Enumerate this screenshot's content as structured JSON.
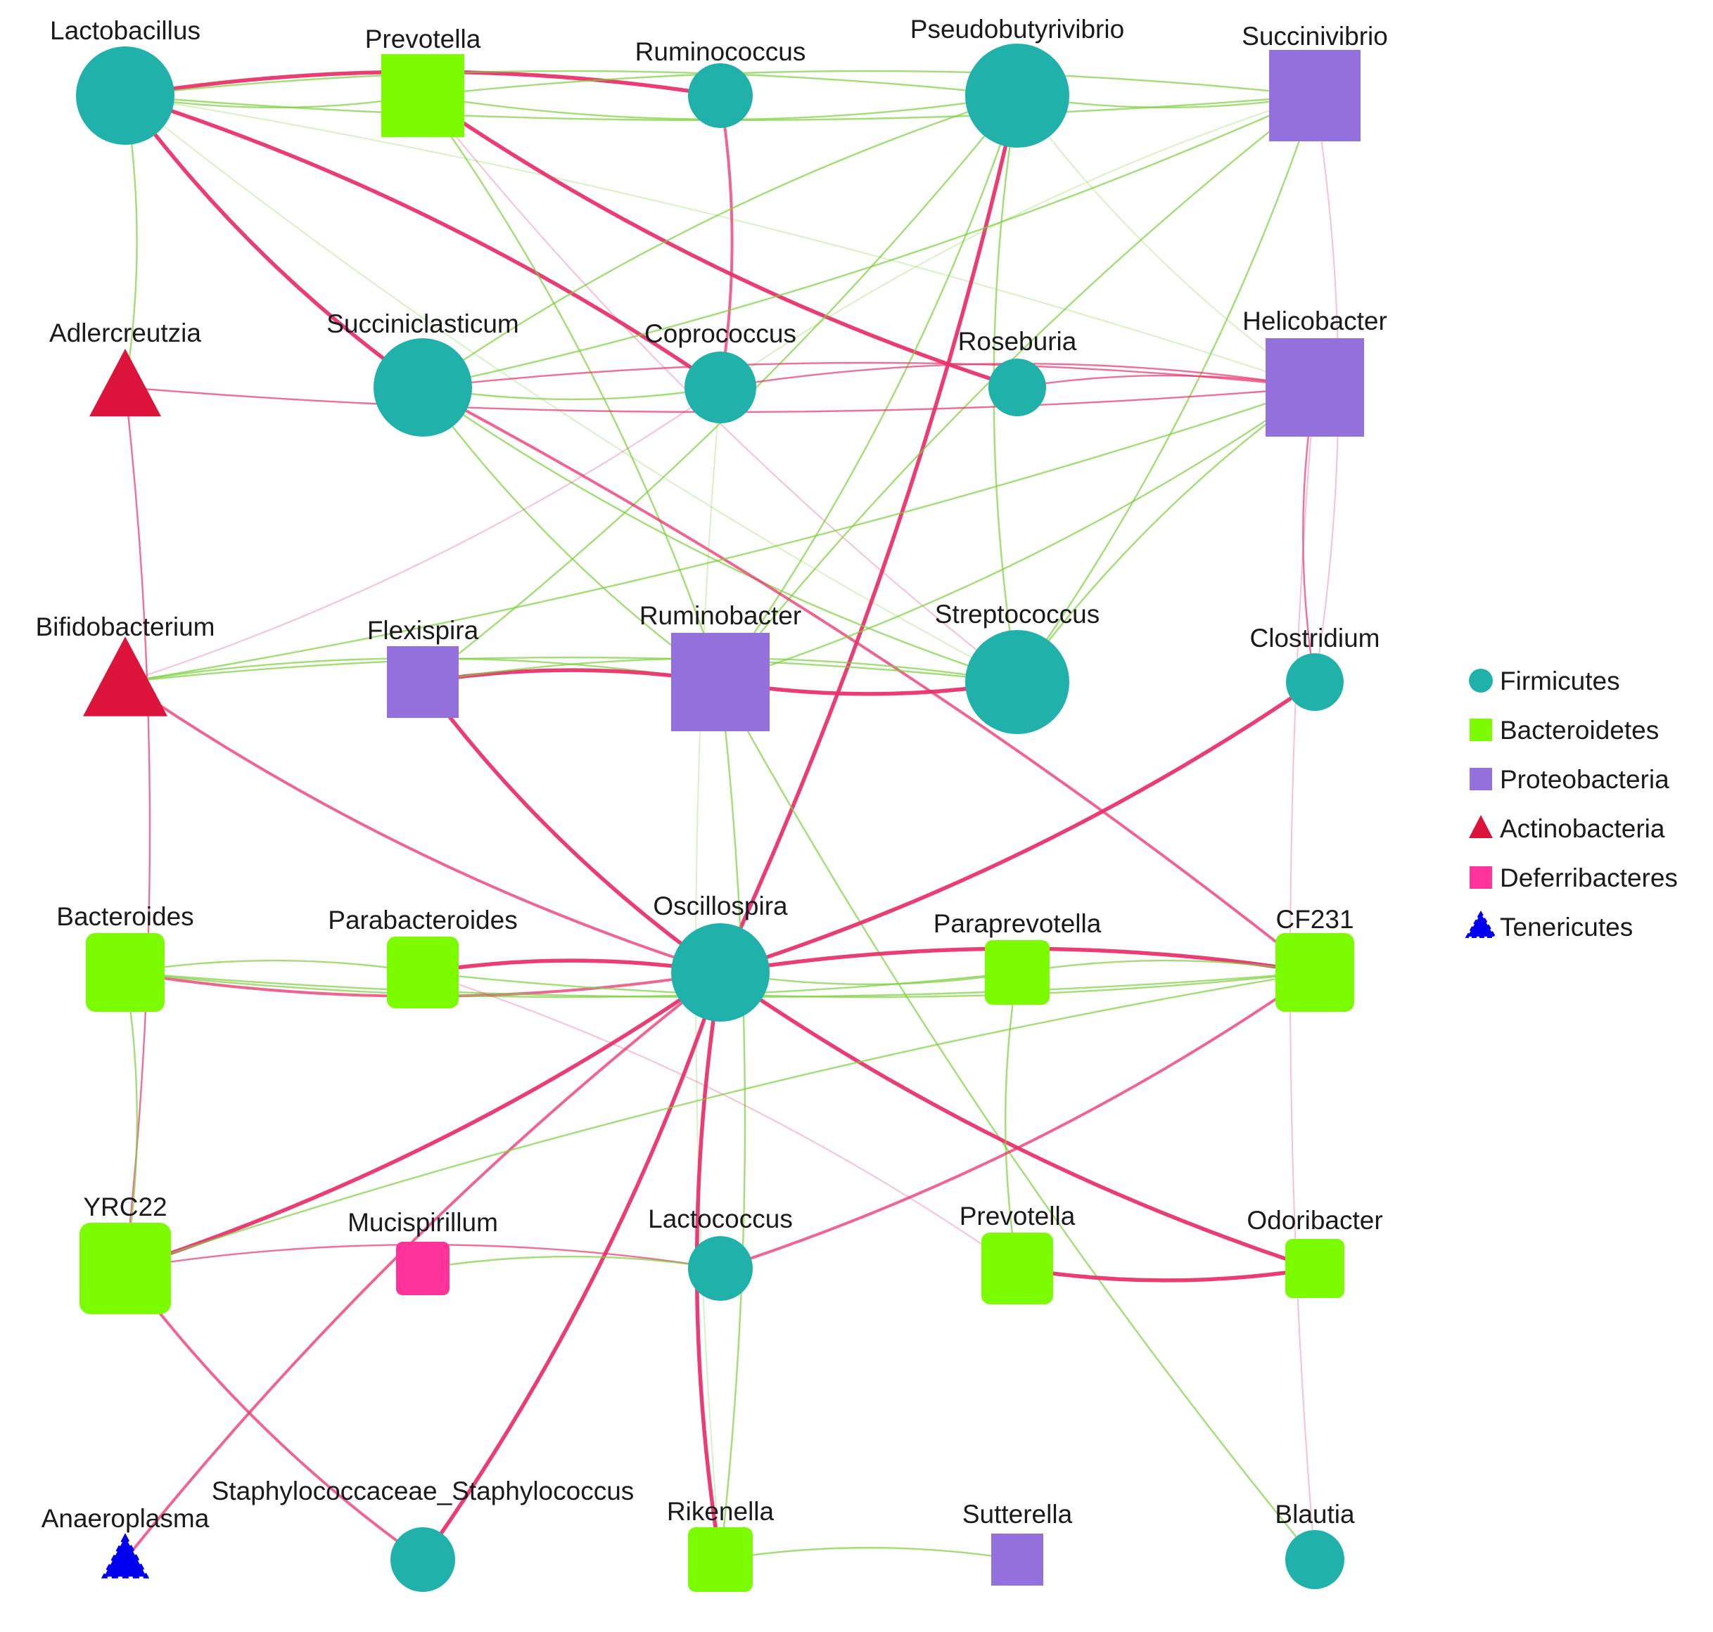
{
  "colors": {
    "Firmicutes": "#20b2aa",
    "Bacteroidetes": "#7cfc00",
    "Proteobacteria": "#9370db",
    "Actinobacteria": "#dc143c",
    "Deferribacteres": "#ff3399",
    "Tenericutes": "#0000ee",
    "positive_edge": "#e8336b",
    "negative_edge": "#7ccf3c"
  },
  "legend": [
    {
      "label": "Firmicutes",
      "shape": "circle",
      "phylum": "Firmicutes"
    },
    {
      "label": "Bacteroidetes",
      "shape": "square",
      "phylum": "Bacteroidetes"
    },
    {
      "label": "Proteobacteria",
      "shape": "square",
      "phylum": "Proteobacteria"
    },
    {
      "label": "Actinobacteria",
      "shape": "triangle",
      "phylum": "Actinobacteria"
    },
    {
      "label": "Deferribacteres",
      "shape": "square",
      "phylum": "Deferribacteres"
    },
    {
      "label": "Tenericutes",
      "shape": "dtriangle",
      "phylum": "Tenericutes"
    }
  ],
  "nodes": [
    {
      "id": "lactobacillus",
      "label": "Lactobacillus",
      "phylum": "Firmicutes"
    },
    {
      "id": "prevotella1",
      "label": "Prevotella",
      "phylum": "Bacteroidetes"
    },
    {
      "id": "ruminococcus",
      "label": "Ruminococcus",
      "phylum": "Firmicutes"
    },
    {
      "id": "pseudobutyrivibrio",
      "label": "Pseudobutyrivibrio",
      "phylum": "Firmicutes"
    },
    {
      "id": "succinivibrio",
      "label": "Succinivibrio",
      "phylum": "Proteobacteria"
    },
    {
      "id": "adlercreutzia",
      "label": "Adlercreutzia",
      "phylum": "Actinobacteria"
    },
    {
      "id": "succiniclasticum",
      "label": "Succiniclasticum",
      "phylum": "Firmicutes"
    },
    {
      "id": "coprococcus",
      "label": "Coprococcus",
      "phylum": "Firmicutes"
    },
    {
      "id": "roseburia",
      "label": "Roseburia",
      "phylum": "Firmicutes"
    },
    {
      "id": "helicobacter",
      "label": "Helicobacter",
      "phylum": "Proteobacteria"
    },
    {
      "id": "bifidobacterium",
      "label": "Bifidobacterium",
      "phylum": "Actinobacteria"
    },
    {
      "id": "flexispira",
      "label": "Flexispira",
      "phylum": "Proteobacteria"
    },
    {
      "id": "ruminobacter",
      "label": "Ruminobacter",
      "phylum": "Proteobacteria"
    },
    {
      "id": "streptococcus",
      "label": "Streptococcus",
      "phylum": "Firmicutes"
    },
    {
      "id": "clostridium",
      "label": "Clostridium",
      "phylum": "Firmicutes"
    },
    {
      "id": "bacteroides",
      "label": "Bacteroides",
      "phylum": "Bacteroidetes"
    },
    {
      "id": "parabacteroides",
      "label": "Parabacteroides",
      "phylum": "Bacteroidetes"
    },
    {
      "id": "oscillospira",
      "label": "Oscillospira",
      "phylum": "Firmicutes"
    },
    {
      "id": "paraprevotella",
      "label": "Paraprevotella",
      "phylum": "Bacteroidetes"
    },
    {
      "id": "cf231",
      "label": "CF231",
      "phylum": "Bacteroidetes"
    },
    {
      "id": "yrc22",
      "label": "YRC22",
      "phylum": "Bacteroidetes"
    },
    {
      "id": "mucispirillum",
      "label": "Mucispirillum",
      "phylum": "Deferribacteres"
    },
    {
      "id": "lactococcus",
      "label": "Lactococcus",
      "phylum": "Firmicutes"
    },
    {
      "id": "prevotella2",
      "label": "Prevotella",
      "phylum": "Bacteroidetes"
    },
    {
      "id": "odoribacter",
      "label": "Odoribacter",
      "phylum": "Bacteroidetes"
    },
    {
      "id": "anaeroplasma",
      "label": "Anaeroplasma",
      "phylum": "Tenericutes"
    },
    {
      "id": "staphylococcus",
      "label": "Staphylococcaceae_Staphylococcus",
      "phylum": "Firmicutes"
    },
    {
      "id": "rikenella",
      "label": "Rikenella",
      "phylum": "Bacteroidetes"
    },
    {
      "id": "sutterella",
      "label": "Sutterella",
      "phylum": "Proteobacteria"
    },
    {
      "id": "blautia",
      "label": "Blautia",
      "phylum": "Firmicutes"
    }
  ],
  "edges": [
    {
      "source": "lactobacillus",
      "target": "ruminococcus",
      "sign": "positive",
      "strength": "strong"
    },
    {
      "source": "lactobacillus",
      "target": "succiniclasticum",
      "sign": "positive",
      "strength": "strong"
    },
    {
      "source": "lactobacillus",
      "target": "coprococcus",
      "sign": "positive",
      "strength": "strong"
    },
    {
      "source": "lactobacillus",
      "target": "prevotella1",
      "sign": "negative",
      "strength": "weak"
    },
    {
      "source": "lactobacillus",
      "target": "pseudobutyrivibrio",
      "sign": "negative",
      "strength": "weak"
    },
    {
      "source": "lactobacillus",
      "target": "succinivibrio",
      "sign": "negative",
      "strength": "weak"
    },
    {
      "source": "lactobacillus",
      "target": "adlercreutzia",
      "sign": "negative",
      "strength": "weak"
    },
    {
      "source": "lactobacillus",
      "target": "streptococcus",
      "sign": "negative",
      "strength": "faint"
    },
    {
      "source": "lactobacillus",
      "target": "helicobacter",
      "sign": "negative",
      "strength": "faint"
    },
    {
      "source": "prevotella1",
      "target": "pseudobutyrivibrio",
      "sign": "negative",
      "strength": "weak"
    },
    {
      "source": "prevotella1",
      "target": "succinivibrio",
      "sign": "negative",
      "strength": "weak"
    },
    {
      "source": "prevotella1",
      "target": "roseburia",
      "sign": "positive",
      "strength": "strong"
    },
    {
      "source": "prevotella1",
      "target": "ruminobacter",
      "sign": "negative",
      "strength": "weak"
    },
    {
      "source": "prevotella1",
      "target": "streptococcus",
      "sign": "positive",
      "strength": "faint"
    },
    {
      "source": "ruminococcus",
      "target": "coprococcus",
      "sign": "positive",
      "strength": "medium"
    },
    {
      "source": "pseudobutyrivibrio",
      "target": "succinivibrio",
      "sign": "negative",
      "strength": "weak"
    },
    {
      "source": "pseudobutyrivibrio",
      "target": "oscillospira",
      "sign": "positive",
      "strength": "strong"
    },
    {
      "source": "pseudobutyrivibrio",
      "target": "succiniclasticum",
      "sign": "negative",
      "strength": "weak"
    },
    {
      "source": "pseudobutyrivibrio",
      "target": "ruminobacter",
      "sign": "negative",
      "strength": "weak"
    },
    {
      "source": "pseudobutyrivibrio",
      "target": "streptococcus",
      "sign": "negative",
      "strength": "weak"
    },
    {
      "source": "pseudobutyrivibrio",
      "target": "flexispira",
      "sign": "negative",
      "strength": "weak"
    },
    {
      "source": "pseudobutyrivibrio",
      "target": "helicobacter",
      "sign": "negative",
      "strength": "faint"
    },
    {
      "source": "succinivibrio",
      "target": "succiniclasticum",
      "sign": "negative",
      "strength": "weak"
    },
    {
      "source": "succinivibrio",
      "target": "ruminobacter",
      "sign": "negative",
      "strength": "weak"
    },
    {
      "source": "succinivibrio",
      "target": "streptococcus",
      "sign": "negative",
      "strength": "weak"
    },
    {
      "source": "succinivibrio",
      "target": "coprococcus",
      "sign": "negative",
      "strength": "faint"
    },
    {
      "source": "succinivibrio",
      "target": "clostridium",
      "sign": "positive",
      "strength": "faint"
    },
    {
      "source": "adlercreutzia",
      "target": "helicobacter",
      "sign": "positive",
      "strength": "weak"
    },
    {
      "source": "adlercreutzia",
      "target": "yrc22",
      "sign": "positive",
      "strength": "weak"
    },
    {
      "source": "succiniclasticum",
      "target": "coprococcus",
      "sign": "negative",
      "strength": "weak"
    },
    {
      "source": "succiniclasticum",
      "target": "helicobacter",
      "sign": "positive",
      "strength": "weak"
    },
    {
      "source": "succiniclasticum",
      "target": "streptococcus",
      "sign": "negative",
      "strength": "weak"
    },
    {
      "source": "succiniclasticum",
      "target": "cf231",
      "sign": "positive",
      "strength": "medium"
    },
    {
      "source": "succiniclasticum",
      "target": "ruminobacter",
      "sign": "negative",
      "strength": "weak"
    },
    {
      "source": "coprococcus",
      "target": "helicobacter",
      "sign": "positive",
      "strength": "weak"
    },
    {
      "source": "coprococcus",
      "target": "rikenella",
      "sign": "negative",
      "strength": "faint"
    },
    {
      "source": "roseburia",
      "target": "helicobacter",
      "sign": "positive",
      "strength": "weak"
    },
    {
      "source": "helicobacter",
      "target": "clostridium",
      "sign": "positive",
      "strength": "weak"
    },
    {
      "source": "helicobacter",
      "target": "bifidobacterium",
      "sign": "negative",
      "strength": "weak"
    },
    {
      "source": "helicobacter",
      "target": "streptococcus",
      "sign": "negative",
      "strength": "weak"
    },
    {
      "source": "helicobacter",
      "target": "ruminobacter",
      "sign": "negative",
      "strength": "weak"
    },
    {
      "source": "helicobacter",
      "target": "blautia",
      "sign": "positive",
      "strength": "faint"
    },
    {
      "source": "bifidobacterium",
      "target": "streptococcus",
      "sign": "negative",
      "strength": "weak"
    },
    {
      "source": "bifidobacterium",
      "target": "oscillospira",
      "sign": "positive",
      "strength": "medium"
    },
    {
      "source": "bifidobacterium",
      "target": "ruminobacter",
      "sign": "negative",
      "strength": "weak"
    },
    {
      "source": "bifidobacterium",
      "target": "coprococcus",
      "sign": "positive",
      "strength": "faint"
    },
    {
      "source": "flexispira",
      "target": "ruminobacter",
      "sign": "positive",
      "strength": "strong"
    },
    {
      "source": "flexispira",
      "target": "oscillospira",
      "sign": "positive",
      "strength": "strong"
    },
    {
      "source": "flexispira",
      "target": "streptococcus",
      "sign": "negative",
      "strength": "weak"
    },
    {
      "source": "ruminobacter",
      "target": "streptococcus",
      "sign": "positive",
      "strength": "strong"
    },
    {
      "source": "ruminobacter",
      "target": "rikenella",
      "sign": "negative",
      "strength": "weak"
    },
    {
      "source": "ruminobacter",
      "target": "blautia",
      "sign": "negative",
      "strength": "weak"
    },
    {
      "source": "clostridium",
      "target": "oscillospira",
      "sign": "positive",
      "strength": "strong"
    },
    {
      "source": "bacteroides",
      "target": "oscillospira",
      "sign": "positive",
      "strength": "medium"
    },
    {
      "source": "bacteroides",
      "target": "parabacteroides",
      "sign": "negative",
      "strength": "weak"
    },
    {
      "source": "bacteroides",
      "target": "cf231",
      "sign": "negative",
      "strength": "weak"
    },
    {
      "source": "bacteroides",
      "target": "yrc22",
      "sign": "negative",
      "strength": "weak"
    },
    {
      "source": "bacteroides",
      "target": "paraprevotella",
      "sign": "negative",
      "strength": "weak"
    },
    {
      "source": "parabacteroides",
      "target": "oscillospira",
      "sign": "positive",
      "strength": "strong"
    },
    {
      "source": "parabacteroides",
      "target": "cf231",
      "sign": "negative",
      "strength": "weak"
    },
    {
      "source": "parabacteroides",
      "target": "prevotella2",
      "sign": "positive",
      "strength": "faint"
    },
    {
      "source": "oscillospira",
      "target": "paraprevotella",
      "sign": "negative",
      "strength": "weak"
    },
    {
      "source": "oscillospira",
      "target": "cf231",
      "sign": "positive",
      "strength": "strong"
    },
    {
      "source": "oscillospira",
      "target": "odoribacter",
      "sign": "positive",
      "strength": "strong"
    },
    {
      "source": "oscillospira",
      "target": "yrc22",
      "sign": "positive",
      "strength": "strong"
    },
    {
      "source": "oscillospira",
      "target": "rikenella",
      "sign": "positive",
      "strength": "strong"
    },
    {
      "source": "oscillospira",
      "target": "staphylococcus",
      "sign": "positive",
      "strength": "strong"
    },
    {
      "source": "oscillospira",
      "target": "anaeroplasma",
      "sign": "positive",
      "strength": "medium"
    },
    {
      "source": "paraprevotella",
      "target": "cf231",
      "sign": "negative",
      "strength": "weak"
    },
    {
      "source": "paraprevotella",
      "target": "prevotella2",
      "sign": "negative",
      "strength": "weak"
    },
    {
      "source": "cf231",
      "target": "lactococcus",
      "sign": "positive",
      "strength": "medium"
    },
    {
      "source": "cf231",
      "target": "yrc22",
      "sign": "negative",
      "strength": "weak"
    },
    {
      "source": "yrc22",
      "target": "lactococcus",
      "sign": "positive",
      "strength": "weak"
    },
    {
      "source": "yrc22",
      "target": "staphylococcus",
      "sign": "positive",
      "strength": "medium"
    },
    {
      "source": "mucispirillum",
      "target": "lactococcus",
      "sign": "negative",
      "strength": "weak"
    },
    {
      "source": "prevotella2",
      "target": "odoribacter",
      "sign": "positive",
      "strength": "strong"
    },
    {
      "source": "rikenella",
      "target": "sutterella",
      "sign": "negative",
      "strength": "weak"
    }
  ]
}
